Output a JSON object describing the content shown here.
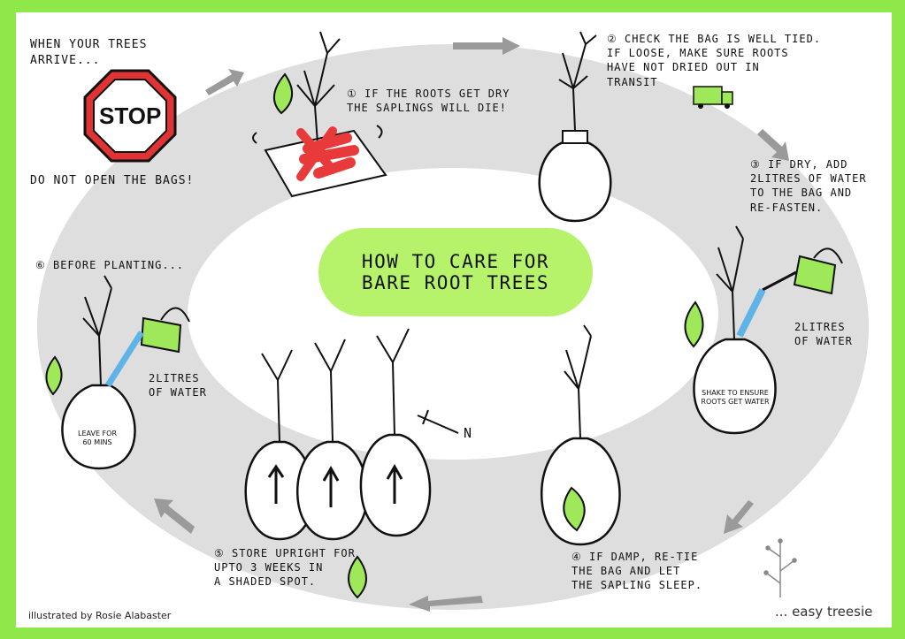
{
  "title": {
    "line1": "How to care for",
    "line2": "bare root trees"
  },
  "steps": {
    "arrive": "When your trees\narrive...",
    "stop_sign": "STOP",
    "dont_open": "Do not open the bags!",
    "step1": "① If the roots get dry\nthe saplings will die!",
    "step2": "② Check the bag is well tied.\nIf loose, make sure roots\nhave not dried out in\ntransit",
    "step3": "③ If dry, add\n2litres of water\nto the bag and\nre-fasten.",
    "step3_water": "2litres\nof water",
    "step3_bag": "shake to ensure\nroots get water",
    "step4": "④ If damp, re-tie\nthe bag and let\nthe sapling sleep.",
    "step5": "⑤ Store upright for\nupto 3 weeks in\na shaded spot.",
    "step6": "⑥ Before planting...",
    "step6_water": "2litres\nof water",
    "step6_bag": "leave for\n60 mins",
    "north": "N"
  },
  "credit": "illustrated by Rosie Alabaster",
  "brand": "... easy treesie",
  "colors": {
    "background": "#8ee84a",
    "ring": "#d9d9d9",
    "leaf": "#9ee85a",
    "red": "#e83a3a",
    "arrow": "#9a9a9a"
  }
}
